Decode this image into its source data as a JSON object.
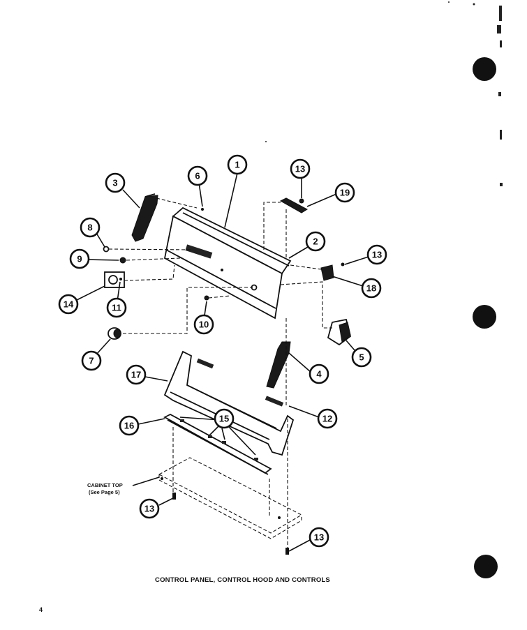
{
  "diagram": {
    "caption": "CONTROL PANEL, CONTROL HOOD AND CONTROLS",
    "page_number": "4",
    "cabinet_note": {
      "line1": "CABINET TOP",
      "line2": "(See Page 5)"
    },
    "callouts": [
      {
        "id": "c1",
        "label": "1"
      },
      {
        "id": "c2",
        "label": "2"
      },
      {
        "id": "c3",
        "label": "3"
      },
      {
        "id": "c4",
        "label": "4"
      },
      {
        "id": "c5",
        "label": "5"
      },
      {
        "id": "c6",
        "label": "6"
      },
      {
        "id": "c7",
        "label": "7"
      },
      {
        "id": "c8",
        "label": "8"
      },
      {
        "id": "c9",
        "label": "9"
      },
      {
        "id": "c10",
        "label": "10"
      },
      {
        "id": "c11",
        "label": "11"
      },
      {
        "id": "c12",
        "label": "12"
      },
      {
        "id": "c13a",
        "label": "13"
      },
      {
        "id": "c13b",
        "label": "13"
      },
      {
        "id": "c13c",
        "label": "13"
      },
      {
        "id": "c13d",
        "label": "13"
      },
      {
        "id": "c14",
        "label": "14"
      },
      {
        "id": "c15",
        "label": "15"
      },
      {
        "id": "c16",
        "label": "16"
      },
      {
        "id": "c17",
        "label": "17"
      },
      {
        "id": "c18",
        "label": "18"
      },
      {
        "id": "c19",
        "label": "19"
      }
    ]
  }
}
